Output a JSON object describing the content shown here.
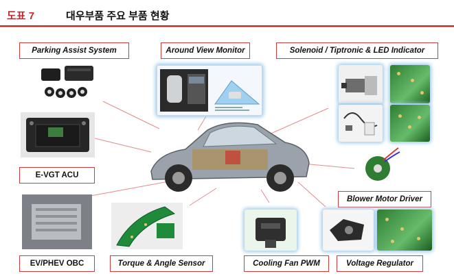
{
  "header": {
    "figure_label": "도표 7",
    "title": "대우부품 주요 부품 현황"
  },
  "labels": {
    "parking": "Parking Assist System",
    "avm": "Around View Monitor",
    "solenoid": "Solenoid / Tiptronic & LED Indicator",
    "evgt": "E-VGT ACU",
    "blower": "Blower Motor Driver",
    "obc": "EV/PHEV OBC",
    "torque": "Torque & Angle Sensor",
    "fan": "Cooling Fan PWM",
    "voltage": "Voltage Regulator"
  },
  "colors": {
    "accent": "#c0282e",
    "label_border": "#d23b3b",
    "glow": "#9ec9ea"
  }
}
